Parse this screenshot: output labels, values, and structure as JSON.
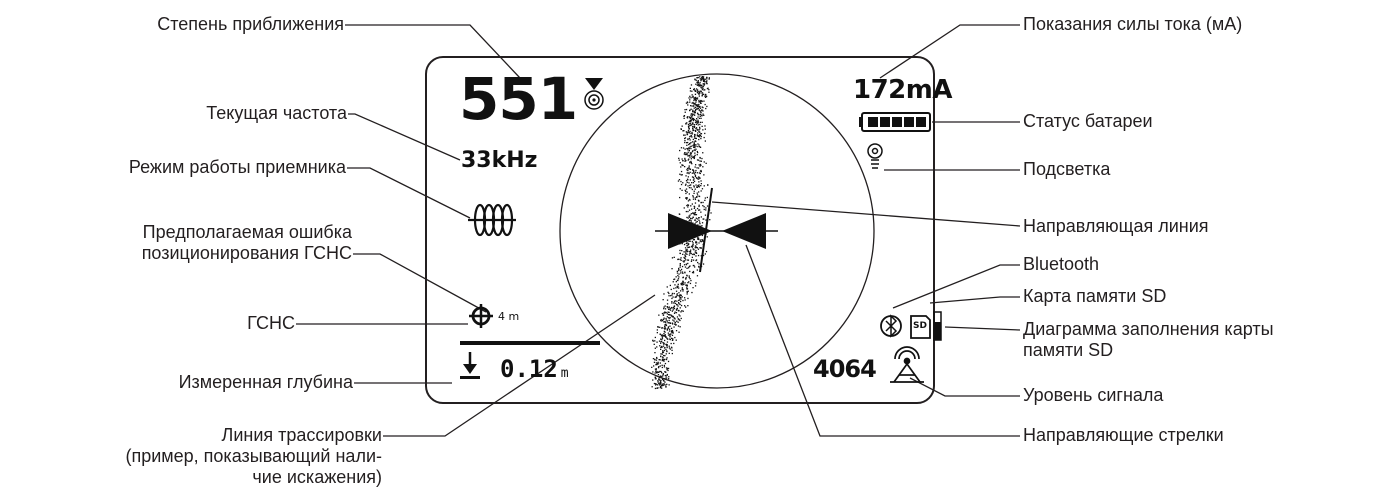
{
  "screen": {
    "proximity_value": "551",
    "frequency": "33kHz",
    "current": "172mA",
    "gnss_error_value": "4",
    "gnss_error_unit": "m",
    "depth_value": "0.12",
    "depth_unit": "m",
    "signal_strength": "4064",
    "sd_label": "SD"
  },
  "labels": {
    "proximity": "Степень приближения",
    "current_frequency": "Текущая частота",
    "receiver_mode": "Режим работы приемника",
    "gnss_error_line1": "Предполагаемая ошибка",
    "gnss_error_line2": "позиционирования ГСНС",
    "gnss": "ГСНС",
    "measured_depth": "Измеренная глубина",
    "trace_line_1": "Линия трассировки",
    "trace_line_2": "(пример, показывающий нали-",
    "trace_line_3": "чие искажения)",
    "current_reading": "Показания силы тока (мА)",
    "battery_status": "Статус батареи",
    "backlight": "Подсветка",
    "guide_line": "Направляющая линия",
    "bluetooth": "Bluetooth",
    "sd_card": "Карта памяти SD",
    "sd_fill_line1": "Диаграмма заполнения карты",
    "sd_fill_line2": "памяти SD",
    "signal_level": "Уровень сигнала",
    "guide_arrows": "Направляющие стрелки"
  },
  "icons": {
    "proximity_marker": "triangle-target-icon",
    "receiver_mode": "peak-antenna-mode-icon",
    "gnss": "crosshair-gnss-icon",
    "depth": "depth-arrow-icon",
    "battery": "battery-icon",
    "backlight": "lightbulb-icon",
    "bluetooth": "bluetooth-icon",
    "sd_card": "sd-card-icon",
    "sd_fill": "sd-fill-bar-icon",
    "signal": "signal-antenna-icon"
  },
  "colors": {
    "ink": "#231f20",
    "screen_text": "#111111"
  }
}
